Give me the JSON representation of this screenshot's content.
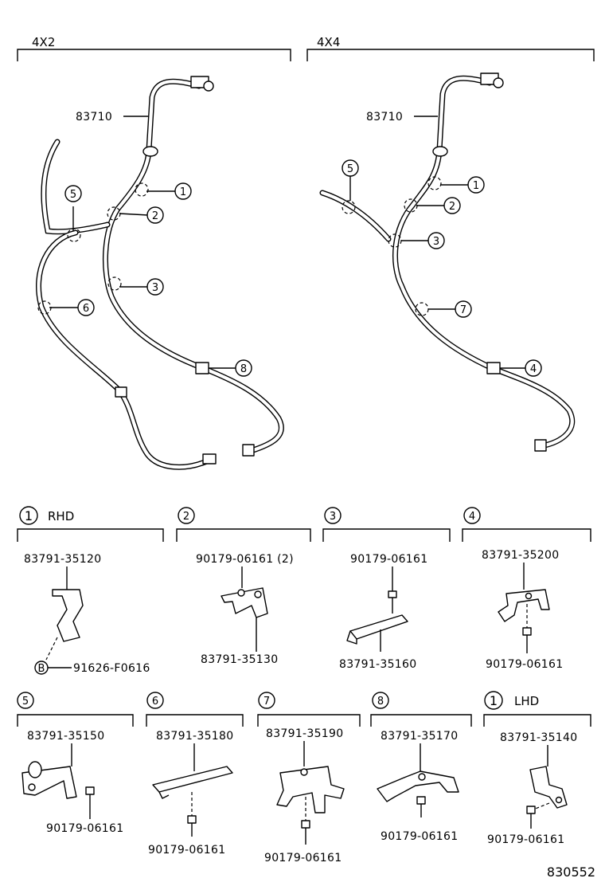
{
  "sections": {
    "left_label": "4X2",
    "right_label": "4X4"
  },
  "main": {
    "left_part": "83710",
    "right_part": "83710",
    "left_callouts": [
      "1",
      "2",
      "5",
      "3",
      "6",
      "8"
    ],
    "right_callouts": [
      "5",
      "1",
      "2",
      "3",
      "7",
      "4"
    ]
  },
  "details": [
    {
      "num": "1",
      "suffix": "RHD",
      "parts": [
        "83791-35120",
        "91626-F0616"
      ],
      "subref": "B"
    },
    {
      "num": "2",
      "suffix": "",
      "parts": [
        "90179-06161 (2)",
        "83791-35130"
      ]
    },
    {
      "num": "3",
      "suffix": "",
      "parts": [
        "90179-06161",
        "83791-35160"
      ]
    },
    {
      "num": "4",
      "suffix": "",
      "parts": [
        "83791-35200",
        "90179-06161"
      ]
    },
    {
      "num": "5",
      "suffix": "",
      "parts": [
        "83791-35150",
        "90179-06161"
      ]
    },
    {
      "num": "6",
      "suffix": "",
      "parts": [
        "83791-35180",
        "90179-06161"
      ]
    },
    {
      "num": "7",
      "suffix": "",
      "parts": [
        "83791-35190",
        "90179-06161"
      ]
    },
    {
      "num": "8",
      "suffix": "",
      "parts": [
        "83791-35170",
        "90179-06161"
      ]
    },
    {
      "num": "1",
      "suffix": "LHD",
      "parts": [
        "83791-35140",
        "90179-06161"
      ]
    }
  ],
  "figure_id": "830552"
}
